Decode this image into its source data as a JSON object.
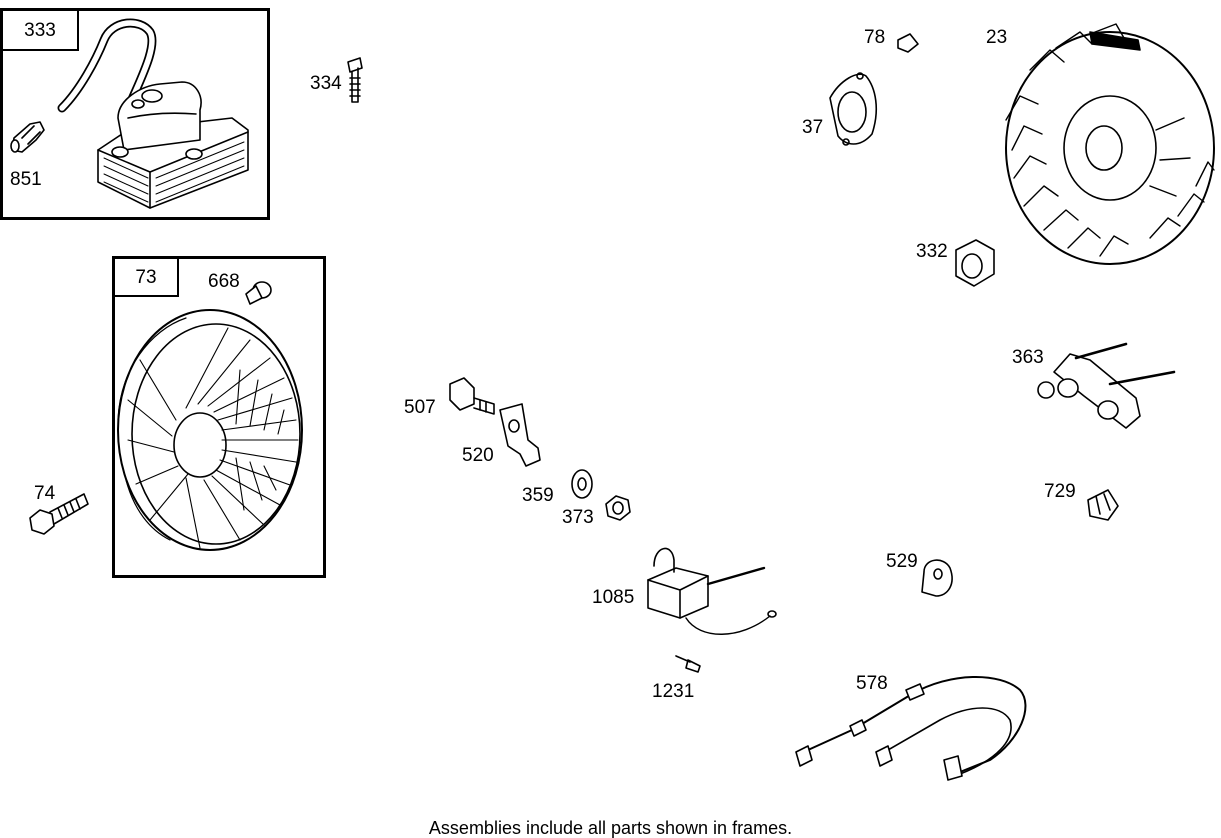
{
  "frames": [
    {
      "id": "333",
      "label": "333"
    },
    {
      "id": "73",
      "label": "73"
    }
  ],
  "labels": {
    "p333": "333",
    "p851": "851",
    "p334": "334",
    "p73": "73",
    "p668": "668",
    "p74": "74",
    "p507": "507",
    "p520": "520",
    "p359": "359",
    "p373": "373",
    "p1085": "1085",
    "p1231": "1231",
    "p78": "78",
    "p23": "23",
    "p37": "37",
    "p332": "332",
    "p363": "363",
    "p729": "729",
    "p529": "529",
    "p578": "578"
  },
  "caption": "Assemblies include all parts shown in frames."
}
